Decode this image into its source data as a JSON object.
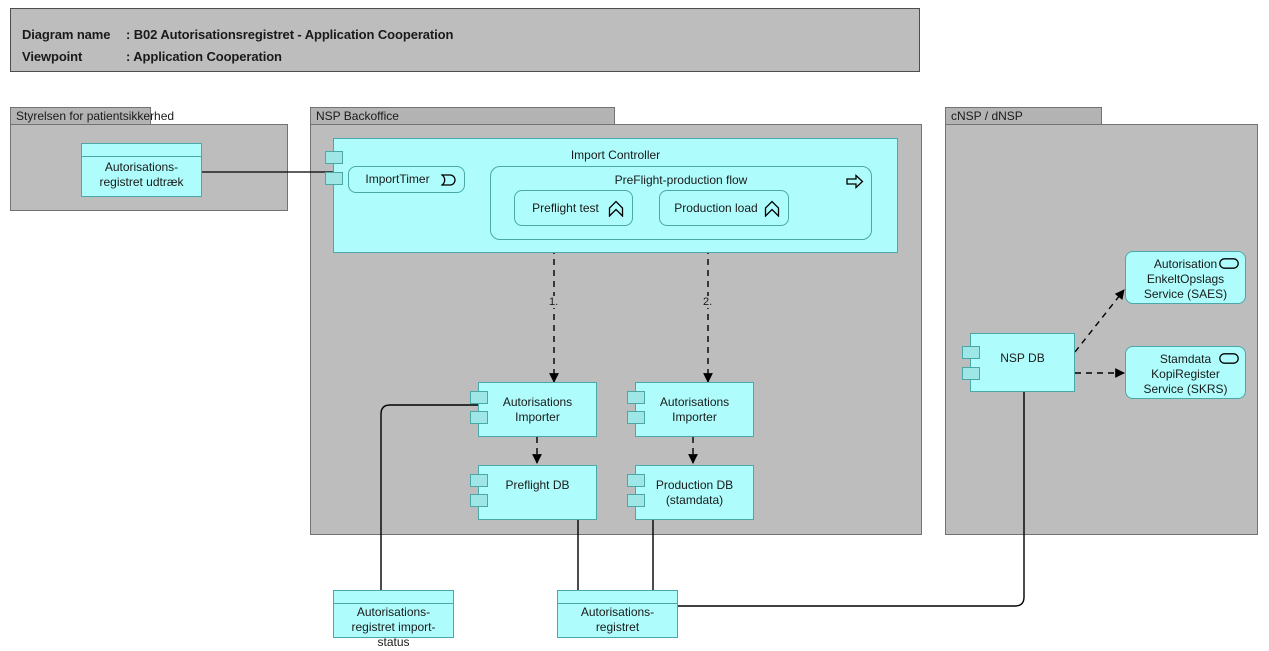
{
  "header": {
    "diagram_name_key": "Diagram name",
    "diagram_name_sep": ": B02 Autorisationsregistret - Application Cooperation",
    "viewpoint_key": "Viewpoint",
    "viewpoint_sep": ": Application Cooperation"
  },
  "colors": {
    "element_fill": "#aefcfc",
    "element_stroke": "#4ba8a8",
    "group_fill": "#bdbdbd",
    "group_tab_fill": "#b3b3b3",
    "group_stroke": "#737373",
    "line": "#000000"
  },
  "groups": [
    {
      "id": "styrelsen",
      "label": "Styrelsen for patientsikkerhed"
    },
    {
      "id": "nsp_backoffice",
      "label": "NSP Backoffice"
    },
    {
      "id": "cnsp_dnsp",
      "label": "cNSP / dNSP"
    }
  ],
  "elements": [
    {
      "id": "aut_udtraek",
      "label": "Autorisations-\nregistret udtræk",
      "type": "data-object",
      "icon": "data-object-icon"
    },
    {
      "id": "import_controller",
      "label": "Import Controller",
      "type": "application-component",
      "icon": "component-icon"
    },
    {
      "id": "import_timer",
      "label": "ImportTimer",
      "type": "application-event",
      "icon": "event-icon"
    },
    {
      "id": "preflight_flow",
      "label": "PreFlight-production flow",
      "type": "application-process",
      "icon": "process-arrow-icon"
    },
    {
      "id": "preflight_test",
      "label": "Preflight test",
      "type": "application-function",
      "icon": "function-chevron-icon"
    },
    {
      "id": "production_load",
      "label": "Production load",
      "type": "application-function",
      "icon": "function-chevron-icon"
    },
    {
      "id": "importer_left",
      "label": "Autorisations\nImporter",
      "type": "application-component",
      "icon": "component-icon"
    },
    {
      "id": "importer_right",
      "label": "Autorisations\nImporter",
      "type": "application-component",
      "icon": "component-icon"
    },
    {
      "id": "preflight_db",
      "label": "Preflight DB",
      "type": "application-component",
      "icon": "component-icon"
    },
    {
      "id": "production_db",
      "label": "Production DB\n(stamdata)",
      "type": "application-component",
      "icon": "component-icon"
    },
    {
      "id": "nsp_db",
      "label": "NSP DB",
      "type": "application-component",
      "icon": "component-icon"
    },
    {
      "id": "saes",
      "label": "Autorisation\nEnkeltOpslags\nService (SAES)",
      "type": "application-service",
      "icon": "service-oval-icon"
    },
    {
      "id": "skrs",
      "label": "Stamdata\nKopiRegister\nService (SKRS)",
      "type": "application-service",
      "icon": "service-oval-icon"
    },
    {
      "id": "aut_import_status",
      "label": "Autorisations-\nregistret import-\nstatus",
      "type": "data-object",
      "icon": "data-object-icon"
    },
    {
      "id": "aut_registret",
      "label": "Autorisations-\nregistret",
      "type": "data-object",
      "icon": "data-object-icon"
    }
  ],
  "connector_labels": [
    {
      "id": "step1",
      "text": "1."
    },
    {
      "id": "step2",
      "text": "2."
    }
  ]
}
